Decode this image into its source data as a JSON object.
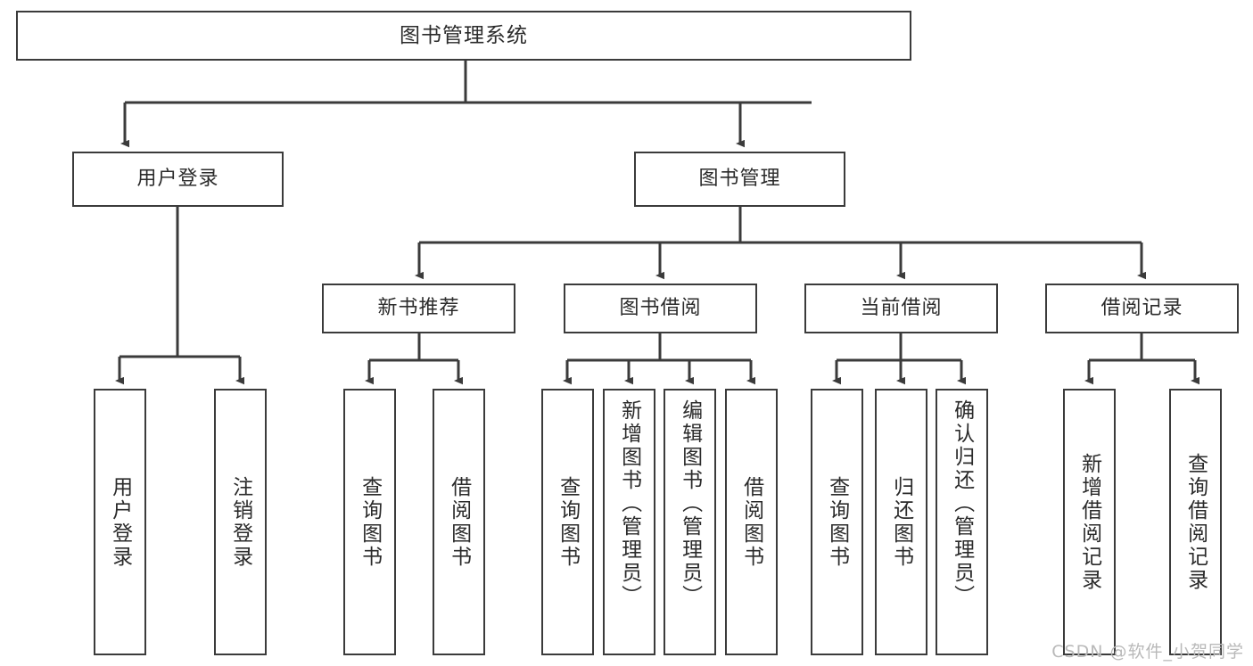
{
  "diagram": {
    "type": "tree",
    "title": "图书管理系统",
    "orientation": "top-down",
    "colors": {
      "box_border": "#3b3b3b",
      "box_fill": "#ffffff",
      "connector": "#3b3b3b",
      "text": "#2b2b2b",
      "watermark": "#b9b9b9"
    },
    "levels": 4
  },
  "root": {
    "label": "图书管理系统"
  },
  "level2": [
    {
      "label": "用户登录"
    },
    {
      "label": "图书管理"
    }
  ],
  "level3": [
    {
      "label": "新书推荐"
    },
    {
      "label": "图书借阅"
    },
    {
      "label": "当前借阅"
    },
    {
      "label": "借阅记录"
    }
  ],
  "leaves": {
    "user_login": [
      {
        "label": "用户登录"
      },
      {
        "label": "注销登录"
      }
    ],
    "new_book_recommend": [
      {
        "label": "查询图书"
      },
      {
        "label": "借阅图书"
      }
    ],
    "book_borrow": [
      {
        "label": "查询图书"
      },
      {
        "label": "新增图书（管理员）"
      },
      {
        "label": "编辑图书（管理员）"
      },
      {
        "label": "借阅图书"
      }
    ],
    "current_borrow": [
      {
        "label": "查询图书"
      },
      {
        "label": "归还图书"
      },
      {
        "label": "确认归还（管理员）"
      }
    ],
    "borrow_record": [
      {
        "label": "新增借阅记录"
      },
      {
        "label": "查询借阅记录"
      }
    ]
  },
  "watermark": {
    "text": "CSDN @软件_小贺同学"
  }
}
